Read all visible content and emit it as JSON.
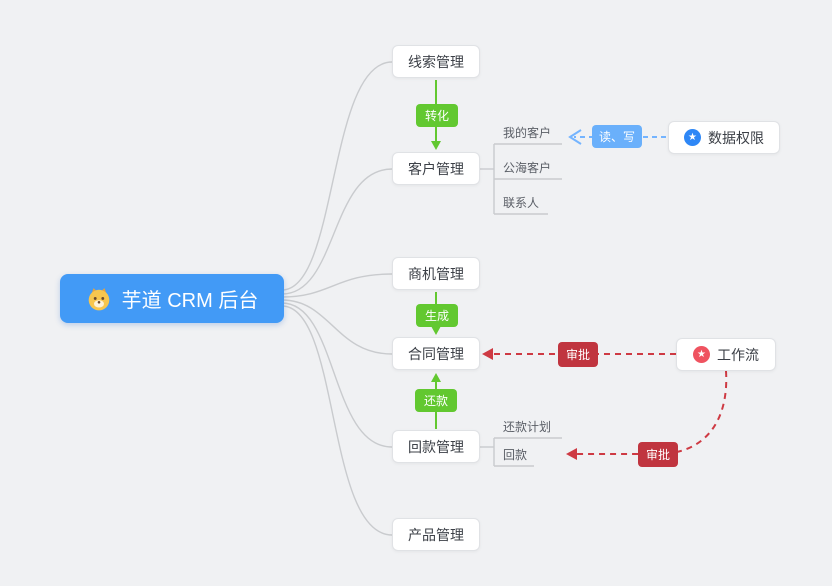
{
  "root_node": {
    "label": "芋道 CRM 后台",
    "icon": "dog-avatar"
  },
  "modules": [
    {
      "id": "leads",
      "label": "线索管理"
    },
    {
      "id": "customers",
      "label": "客户管理"
    },
    {
      "id": "opportunities",
      "label": "商机管理"
    },
    {
      "id": "contracts",
      "label": "合同管理"
    },
    {
      "id": "receivables",
      "label": "回款管理"
    },
    {
      "id": "products",
      "label": "产品管理"
    }
  ],
  "customer_children": [
    {
      "label": "我的客户"
    },
    {
      "label": "公海客户"
    },
    {
      "label": "联系人"
    }
  ],
  "receivable_children": [
    {
      "label": "还款计划"
    },
    {
      "label": "回款"
    }
  ],
  "badges": {
    "convert": "转化",
    "generate": "生成",
    "repay": "还款",
    "read_write": "读、写",
    "approve_contract": "审批",
    "approve_receivable": "审批"
  },
  "side_nodes": {
    "data_permission": {
      "label": "数据权限",
      "icon": "star-circle-blue"
    },
    "workflow": {
      "label": "工作流",
      "icon": "star-circle-red"
    }
  },
  "colors": {
    "background": "#f0f1f3",
    "root_blue": "#429af6",
    "badge_green": "#62c830",
    "badge_light_blue": "#6ab0fb",
    "badge_dark_red": "#c0353f",
    "dashed_red": "#ce3a43",
    "dashed_blue": "#74b4ff",
    "connector_gray": "#c9cbce",
    "node_border": "#e0e2e5",
    "icon_blue": "#2e87f6",
    "icon_red": "#ef5360"
  }
}
